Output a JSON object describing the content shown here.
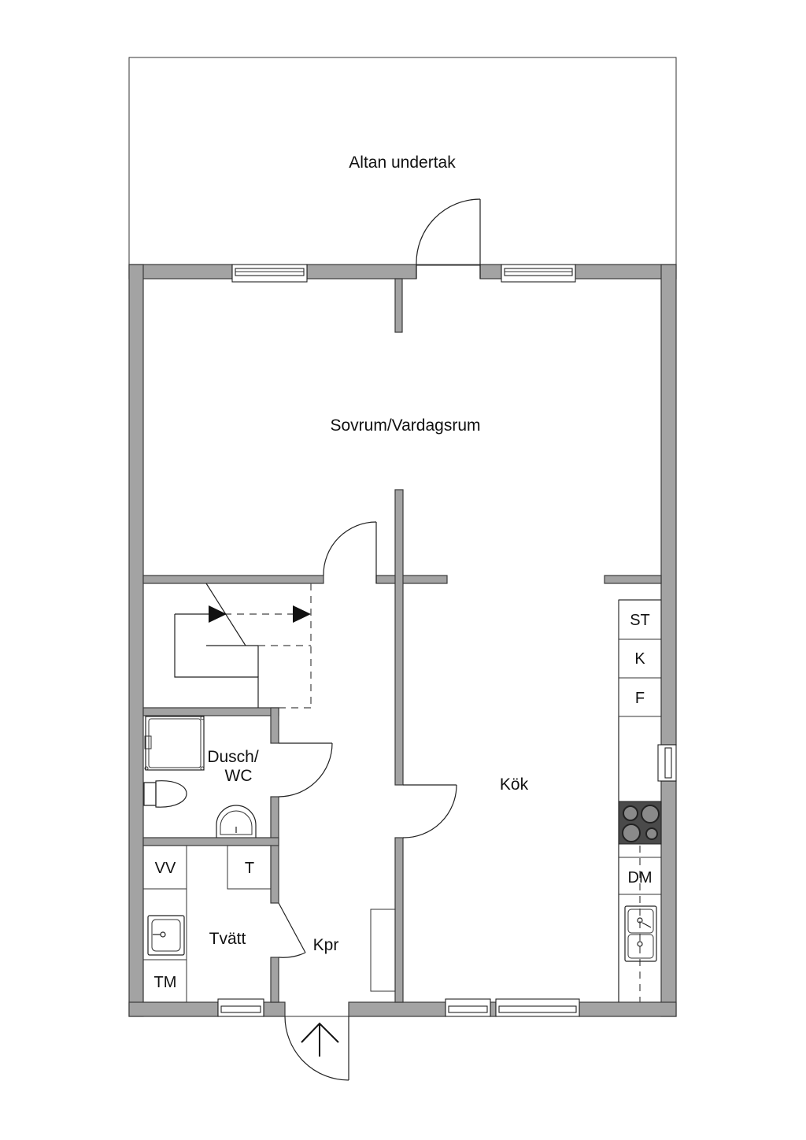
{
  "colors": {
    "wall_fill": "#a3a3a3",
    "line": "#222222",
    "background": "#ffffff",
    "stove": "#4a4a4a"
  },
  "rooms": {
    "altan": "Altan undertak",
    "sovrum": "Sovrum/Vardagsrum",
    "dusch_line1": "Dusch/",
    "dusch_line2": "WC",
    "kok": "Kök",
    "tvatt": "Tvätt",
    "kpr": "Kpr"
  },
  "fixtures": {
    "st": "ST",
    "k": "K",
    "f": "F",
    "dm": "DM",
    "vv": "VV",
    "t": "T",
    "tm": "TM"
  }
}
